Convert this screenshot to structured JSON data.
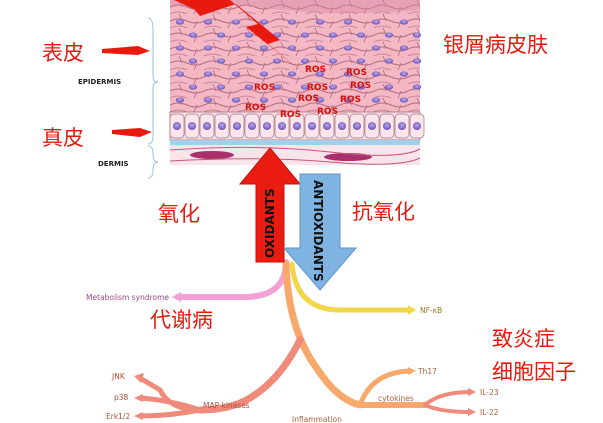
{
  "labels": {
    "epidermis_cn": "表皮",
    "dermis_cn": "真皮",
    "psoriasis_cn": "银屑病皮肤",
    "epidermis": "EPIDERMIS",
    "dermis": "DERMIS",
    "oxidation_cn": "氧化",
    "antioxidation_cn": "抗氧化",
    "oxidants": "OXIDANTS",
    "antioxidants": "ANTIOXIDANTS",
    "ros": "ROS",
    "metabolic_syndrome": "Metabolism syndrome",
    "metabolic_disease_cn": "代谢病",
    "nfkb": "NF-κB",
    "cytokines_cn_line1": "致炎症",
    "cytokines_cn_line2": "细胞因子",
    "th17": "Th17",
    "il23": "IL-23",
    "il22": "IL-22",
    "cytokines": "cytokines",
    "jnk": "JNK",
    "p38": "p38",
    "erk": "Erk1/2",
    "map_kinases": "MAP kinases",
    "inflammation": "Inflammation"
  },
  "colors": {
    "red": "#e8190f",
    "oxidant_arrow": "#ea1c12",
    "antioxidant_arrow": "#7fb3e2",
    "metabolic_branch": "#f3a0d6",
    "nfkb_branch": "#f2d649",
    "orange_branch": "#f7a86a",
    "salmon_branch": "#f08a7a"
  }
}
